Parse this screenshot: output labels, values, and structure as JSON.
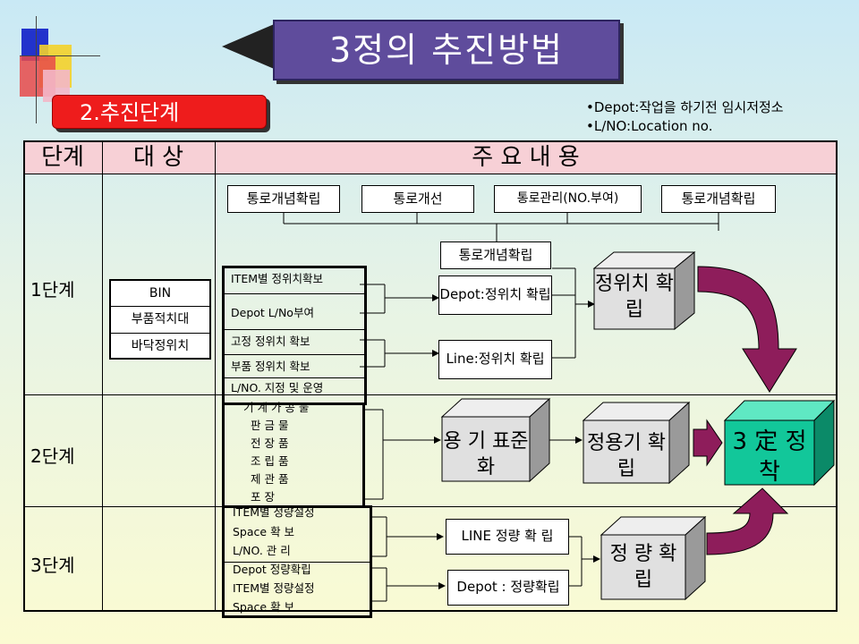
{
  "title": "3정의 추진방법",
  "step_label": "2.추진단계",
  "notes": [
    "•Depot:작업을 하기전 임시저정소",
    "•L/NO:Location no."
  ],
  "table_header": {
    "col1": "단계",
    "col2": "대 상",
    "col3": "주 요 내 용"
  },
  "stages": [
    "1단계",
    "2단계",
    "3단계"
  ],
  "targets": [
    "BIN",
    "부품적치대",
    "바닥정위치"
  ],
  "top_boxes": [
    "통로개념확립",
    "통로개선",
    "통로관리(NO.부여)",
    "통로개념확립"
  ],
  "mid_box": "통로개념확립",
  "stage1_items": [
    "ITEM별 정위치확보",
    "Depot L/No부여",
    "고정 정위치 확보",
    "부품 정위치 확보",
    "L/NO. 지정 및 운영"
  ],
  "depot_box": "Depot:정위치 확립",
  "line_box": "Line:정위치 확립",
  "cube1": "정위치 확 립",
  "stage2_items": [
    "기 계 가 공 물",
    "판 금 물",
    "전 장 품",
    "조 립 품",
    "제 관 품",
    "포 장"
  ],
  "cube_yongi": "용 기 표준화",
  "cube_jeongyongi": "정용기 확 립",
  "cube_final": "3 定 정착",
  "stage3_items": [
    "ITEM별 정량설정",
    "Space 확 보",
    "L/NO. 관 리",
    "Depot 정량확립",
    "ITEM별 정량설정",
    "Space 확 보"
  ],
  "line_qty_box": "LINE 정량 확 립",
  "depot_qty_box": "Depot : 정량확립",
  "cube_qty": "정 량 확 립",
  "colors": {
    "title_bg": "#5f4c9c",
    "step_bg": "#ee1c1c",
    "header_bg": "#f7d0d6",
    "arrow": "#8e1d5b",
    "final_cube": "#12c79a"
  }
}
